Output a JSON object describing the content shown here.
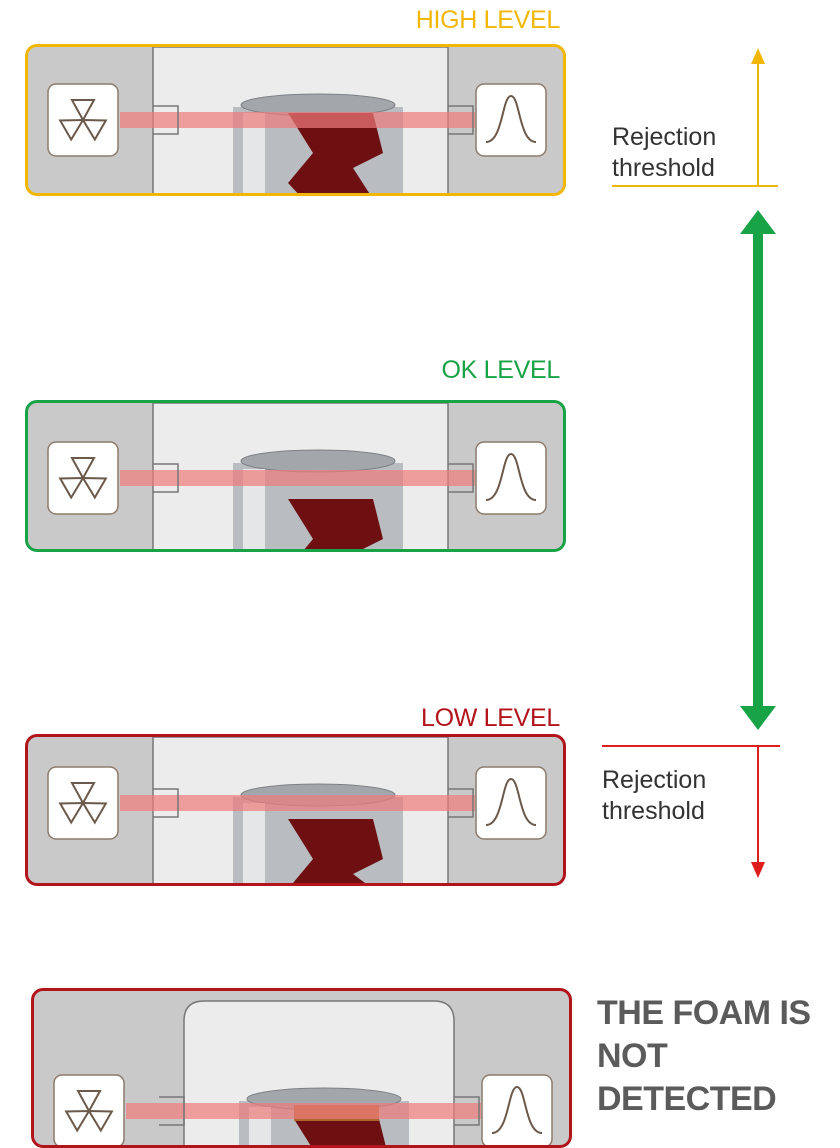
{
  "levels": {
    "high": {
      "label": "HIGH LEVEL",
      "color": "#f2b705"
    },
    "ok": {
      "label": "OK LEVEL",
      "color": "#18a346"
    },
    "low": {
      "label": "LOW LEVEL",
      "color": "#b2141b"
    },
    "foam": {
      "color": "#b2141b"
    }
  },
  "thresholds": {
    "upper_label": "Rejection threshold",
    "lower_label": "Rejection threshold",
    "upper_color": "#f2b705",
    "lower_color": "#e01e1e",
    "ok_range_color": "#18a346"
  },
  "foam_message": {
    "line1": "THE FOAM IS",
    "line2": "NOT DETECTED"
  },
  "icons": {
    "emitter": "radiation-emitter-icon",
    "receiver": "bell-curve-receiver-icon"
  }
}
